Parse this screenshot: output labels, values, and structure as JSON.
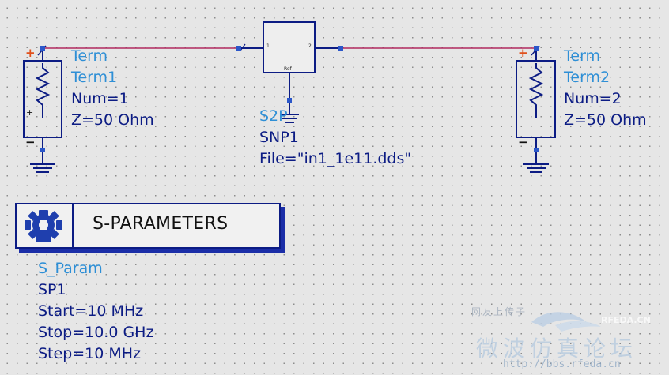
{
  "term1": {
    "lines": [
      "Term",
      "Term1",
      "Num=1",
      "Z=50 Ohm"
    ],
    "plus": "+",
    "minus": "−"
  },
  "term2": {
    "lines": [
      "Term",
      "Term2",
      "Num=2",
      "Z=50 Ohm"
    ],
    "plus": "+",
    "minus": "−"
  },
  "snp": {
    "lines": [
      "S2P",
      "SNP1",
      "File=\"in1_1e11.dds\""
    ],
    "pin1": "1",
    "pin2": "2",
    "ref": "Ref"
  },
  "sparam": {
    "title": "S-PARAMETERS",
    "lines": [
      "S_Param",
      "SP1",
      "Start=10 MHz",
      "Stop=10.0 GHz",
      "Step=10 MHz"
    ]
  },
  "watermark": {
    "top": "网友上传子",
    "brand": "RFEDA.CN",
    "main": "微波仿真论坛",
    "url": "http://bbs.rfeda.cn"
  },
  "colors": {
    "wire": "#b0285e",
    "component": "#0c1c84",
    "label": "#2e8fd6",
    "pin": "#2b57c9"
  }
}
